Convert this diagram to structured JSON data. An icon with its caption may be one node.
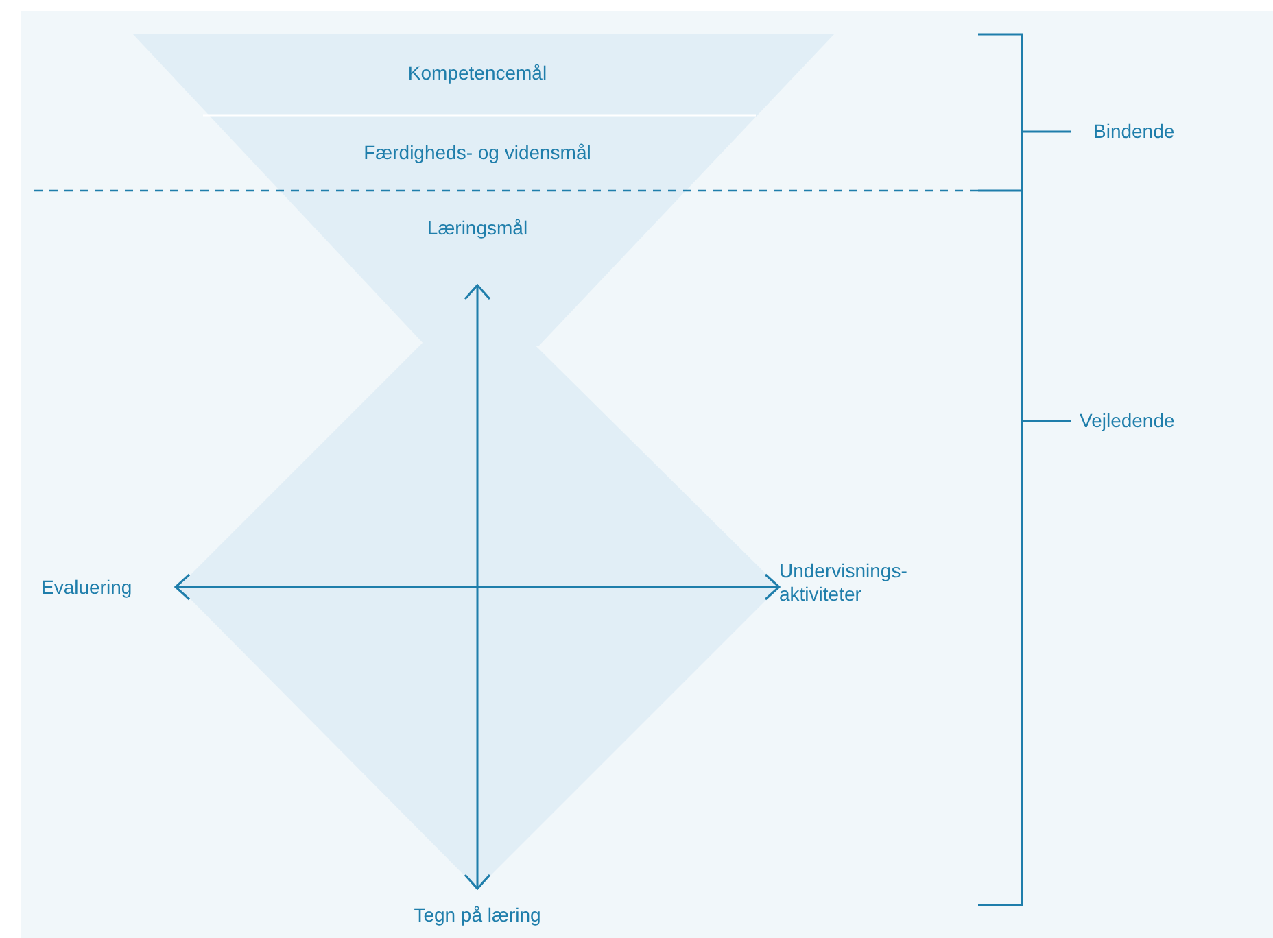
{
  "diagram": {
    "nodes": [
      {
        "text": [
          "Kompetencemål"
        ]
      },
      {
        "text": [
          "Færdigheds- og vidensmål"
        ]
      },
      {
        "text": [
          "Læringsmål"
        ]
      },
      {
        "text": [
          "Evaluering"
        ]
      },
      {
        "text": [
          "Undervisnings- aktiviteter"
        ]
      },
      {
        "text": [
          "Tegn på læring"
        ]
      }
    ],
    "edges": [
      {
        "from": 2,
        "to": 5,
        "arrow": "both"
      },
      {
        "from": 3,
        "to": 4,
        "arrow": "both"
      }
    ],
    "labels": [
      "Bindende",
      "Vejledende"
    ]
  }
}
